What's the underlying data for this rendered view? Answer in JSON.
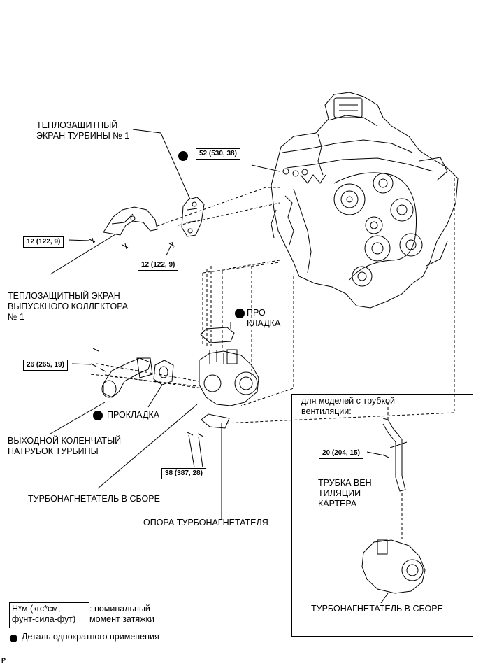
{
  "labels": {
    "heat_shield_turbo": "ТЕПЛОЗАЩИТНЫЙ\nЭКРАН ТУРБИНЫ № 1",
    "heat_shield_manifold": "ТЕПЛОЗАЩИТНЫЙ ЭКРАН\nВЫПУСКНОГО КОЛЛЕКТОРА\n№ 1",
    "gasket_top": "ПРО-\nКЛАДКА",
    "gasket_bottom": "ПРОКЛАДКА",
    "elbow": "ВЫХОДНОЙ КОЛЕНЧАТЫЙ\nПАТРУБОК ТУРБИНЫ",
    "turbo_assembly": "ТУРБОНАГНЕТАТЕЛЬ В СБОРЕ",
    "turbo_bracket": "ОПОРА ТУРБОНАГНЕТАТЕЛЯ",
    "inset_title": "для моделей с трубкой\nвентиляции:",
    "breather_tube": "ТРУБКА ВЕН-\nТИЛЯЦИИ\nКАРТЕРА",
    "inset_turbo": "ТУРБОНАГНЕТАТЕЛЬ В СБОРЕ"
  },
  "torques": {
    "t1": "52 (530, 38)",
    "t2": "12 (122, 9)",
    "t3": "12 (122, 9)",
    "t4": "26 (265, 19)",
    "t5": "38 (387, 28)",
    "t6": "20 (204, 15)"
  },
  "legend": {
    "unit_box": "Н*м (кгс*см,\nфунт-сила-фут)",
    "unit_desc": ": номинальный\nмомент затяжки",
    "single_use": "Деталь однократного применения"
  },
  "corner_mark": "P"
}
